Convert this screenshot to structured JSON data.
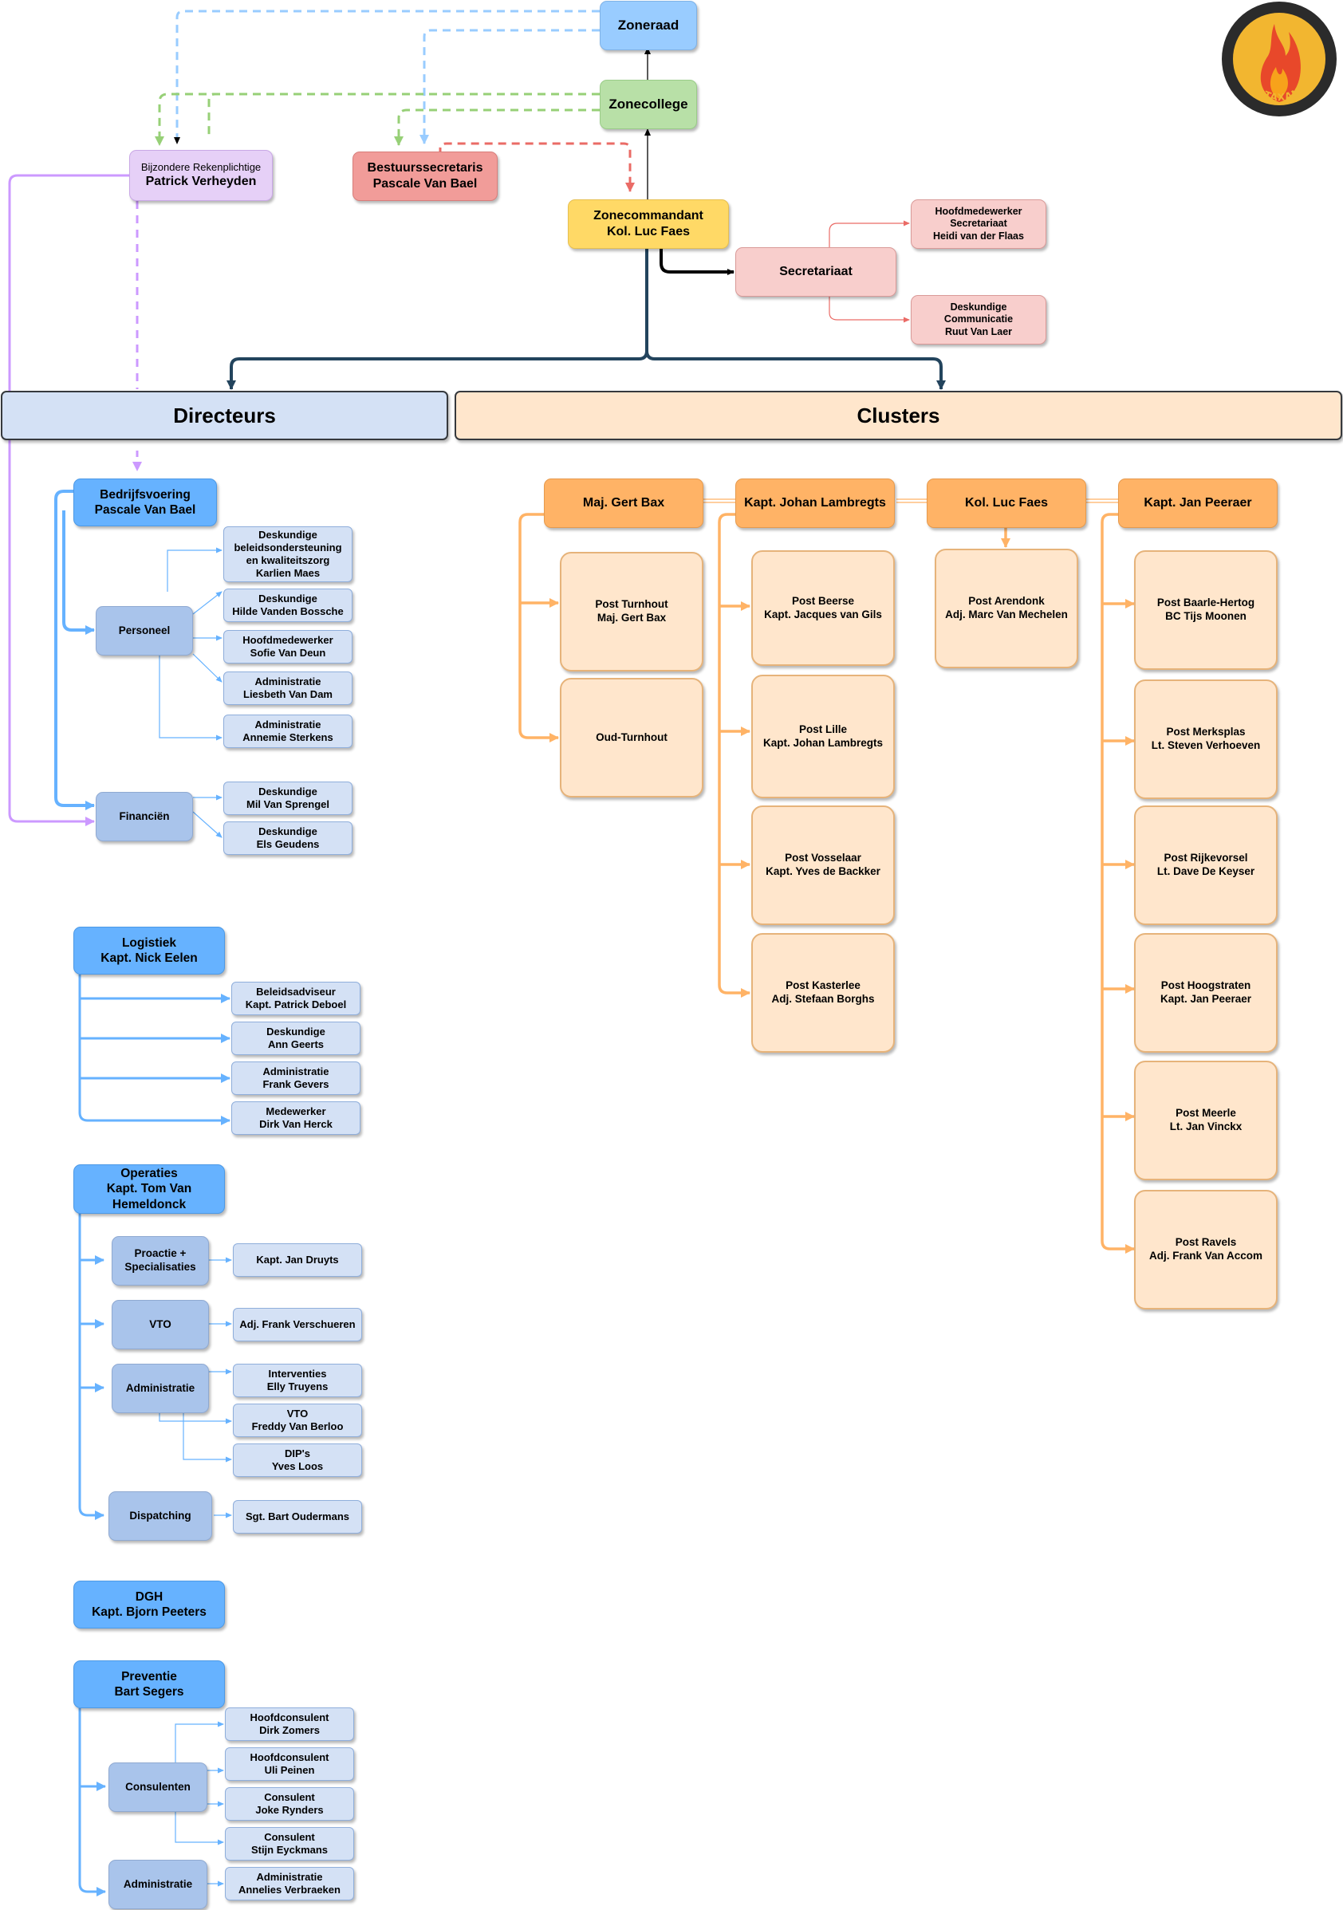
{
  "top": {
    "zoneraad": "Zoneraad",
    "zonecollege": "Zonecollege",
    "rekenplichtige": {
      "role": "Bijzondere Rekenplichtige",
      "name": "Patrick Verheyden"
    },
    "bestuurssecretaris": "Bestuurssecretaris\nPascale Van Bael",
    "zonecommandant": "Zonecommandant\nKol. Luc Faes",
    "secretariaat": "Secretariaat",
    "secretariaat_staff": [
      "Hoofdmedewerker\nSecretariaat\nHeidi van der Flaas",
      "Deskundige\nCommunicatie\nRuut Van Laer"
    ]
  },
  "headers": {
    "directeurs": "Directeurs",
    "clusters": "Clusters"
  },
  "logo": {
    "text": "ZONE TAXANDRIA",
    "colors": {
      "ring": "#2b2b2b",
      "gold": "#f2b630",
      "flame_outer": "#e8482a",
      "flame_inner": "#f7a21b"
    }
  },
  "directorates": {
    "bedrijfsvoering": {
      "title": "Bedrijfsvoering\nPascale Van Bael",
      "personeel": {
        "label": "Personeel",
        "staff": [
          "Deskundige\nbeleidsondersteuning\nen kwaliteitszorg\nKarlien Maes",
          "Deskundige\nHilde Vanden Bossche",
          "Hoofdmedewerker\nSofie Van Deun",
          "Administratie\nLiesbeth Van Dam",
          "Administratie\nAnnemie Sterkens"
        ]
      },
      "financien": {
        "label": "Financiën",
        "staff": [
          "Deskundige\nMil Van Sprengel",
          "Deskundige\nEls Geudens"
        ]
      }
    },
    "logistiek": {
      "title": "Logistiek\nKapt. Nick Eelen",
      "staff": [
        "Beleidsadviseur\nKapt. Patrick Deboel",
        "Deskundige\nAnn Geerts",
        "Administratie\nFrank Gevers",
        "Medewerker\nDirk Van Herck"
      ]
    },
    "operaties": {
      "title": "Operaties\nKapt. Tom Van\nHemeldonck",
      "units": [
        {
          "label": "Proactie +\nSpecialisaties",
          "staff": [
            "Kapt. Jan Druyts"
          ]
        },
        {
          "label": "VTO",
          "staff": [
            "Adj. Frank Verschueren"
          ]
        },
        {
          "label": "Administratie",
          "staff": [
            "Interventies\nElly Truyens",
            "VTO\nFreddy Van Berloo",
            "DIP's\nYves Loos"
          ]
        },
        {
          "label": "Dispatching",
          "staff": [
            "Sgt. Bart Oudermans"
          ]
        }
      ]
    },
    "dgh": {
      "title": "DGH\nKapt. Bjorn Peeters"
    },
    "preventie": {
      "title": "Preventie\nBart Segers",
      "consulenten": {
        "label": "Consulenten",
        "staff": [
          "Hoofdconsulent\nDirk Zomers",
          "Hoofdconsulent\nUli Peinen",
          "Consulent\nJoke Rynders",
          "Consulent\nStijn Eyckmans"
        ]
      },
      "administratie": {
        "label": "Administratie",
        "staff": [
          "Administratie\nAnnelies Verbraeken"
        ]
      }
    }
  },
  "clusters": [
    {
      "head": "Maj. Gert Bax",
      "posts": [
        "Post Turnhout\nMaj. Gert Bax",
        "Oud-Turnhout"
      ]
    },
    {
      "head": "Kapt. Johan Lambregts",
      "posts": [
        "Post Beerse\nKapt. Jacques van Gils",
        "Post Lille\nKapt. Johan Lambregts",
        "Post Vosselaar\nKapt. Yves de Backker",
        "Post Kasterlee\nAdj. Stefaan Borghs"
      ]
    },
    {
      "head": "Kol. Luc Faes",
      "posts": [
        "Post Arendonk\nAdj. Marc Van Mechelen"
      ]
    },
    {
      "head": "Kapt. Jan Peeraer",
      "posts": [
        "Post Baarle-Hertog\nBC Tijs Moonen",
        "Post Merksplas\nLt. Steven Verhoeven",
        "Post Rijkevorsel\nLt. Dave De Keyser",
        "Post Hoogstraten\nKapt. Jan Peeraer",
        "Post Meerle\nLt. Jan Vinckx",
        "Post Ravels\nAdj. Frank Van Accom"
      ]
    }
  ]
}
